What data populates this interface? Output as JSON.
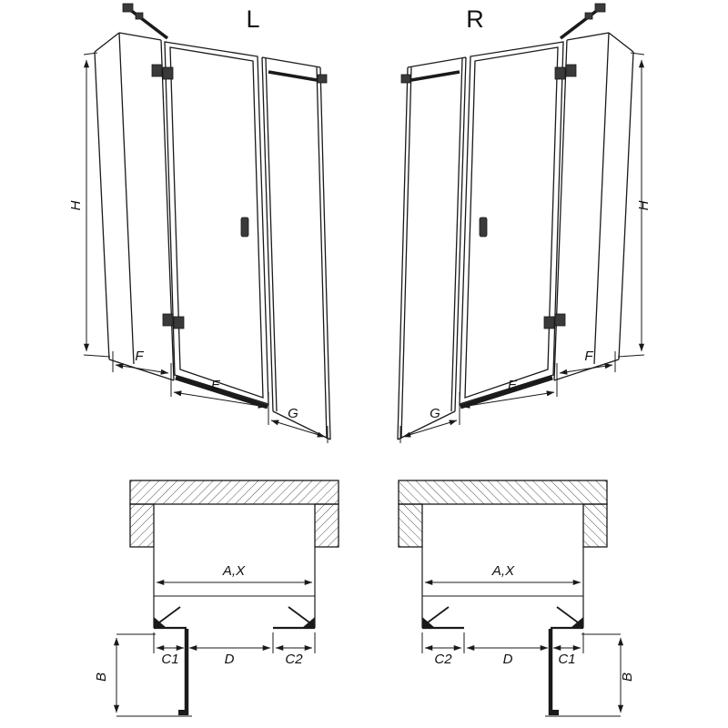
{
  "diagram": {
    "left": {
      "title": "L",
      "elevation": {
        "height": "H",
        "left_width": "F",
        "door_width": "E",
        "right_width": "G"
      },
      "plan": {
        "opening_width": "A,X",
        "left_segment": "C1",
        "door_segment": "D",
        "right_segment": "C2",
        "door_projection": "B"
      }
    },
    "right": {
      "title": "R",
      "elevation": {
        "height": "H",
        "left_width": "G",
        "door_width": "E",
        "right_width": "F"
      },
      "plan": {
        "opening_width": "A,X",
        "left_segment": "C2",
        "door_segment": "D",
        "right_segment": "C1",
        "door_projection": "B"
      }
    }
  }
}
